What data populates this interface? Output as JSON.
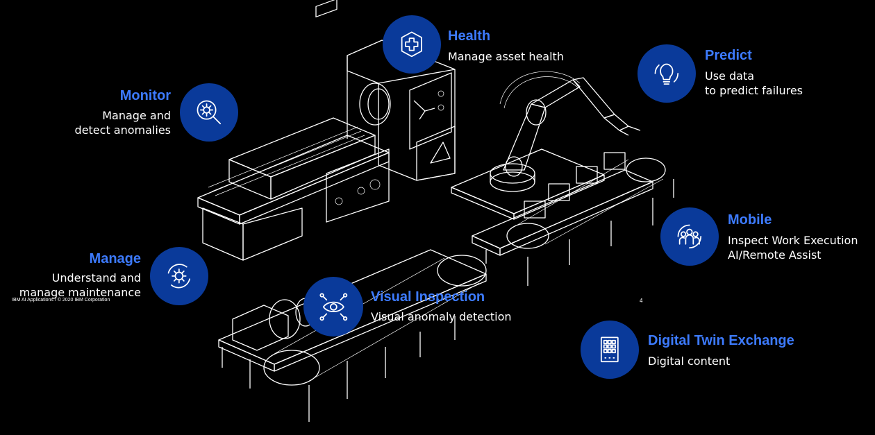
{
  "capabilities": {
    "health": {
      "title": "Health",
      "lines": [
        "Manage asset health"
      ],
      "icon": "health-cross-icon"
    },
    "predict": {
      "title": "Predict",
      "lines": [
        "Use data",
        "to predict failures"
      ],
      "icon": "lightbulb-icon"
    },
    "monitor": {
      "title": "Monitor",
      "lines": [
        "Manage and",
        "detect anomalies"
      ],
      "icon": "magnifier-gear-icon"
    },
    "mobile": {
      "title": "Mobile",
      "lines": [
        "Inspect Work Execution",
        "AI/Remote Assist"
      ],
      "icon": "people-group-icon"
    },
    "manage": {
      "title": "Manage",
      "lines": [
        "Understand and",
        "manage maintenance"
      ],
      "icon": "gear-cycle-icon"
    },
    "visual": {
      "title": "Visual Inspection",
      "lines": [
        "Visual anomaly detection"
      ],
      "icon": "eye-network-icon"
    },
    "twin": {
      "title": "Digital Twin Exchange",
      "lines": [
        "Digital content"
      ],
      "icon": "tablet-grid-icon"
    }
  },
  "footer": {
    "text": "IBM AI Applications / © 2020 IBM Corporation",
    "page": "4"
  },
  "colors": {
    "background": "#000000",
    "accent": "#3d7bff",
    "circle": "#0a3a9a",
    "line_art": "#ffffff"
  }
}
